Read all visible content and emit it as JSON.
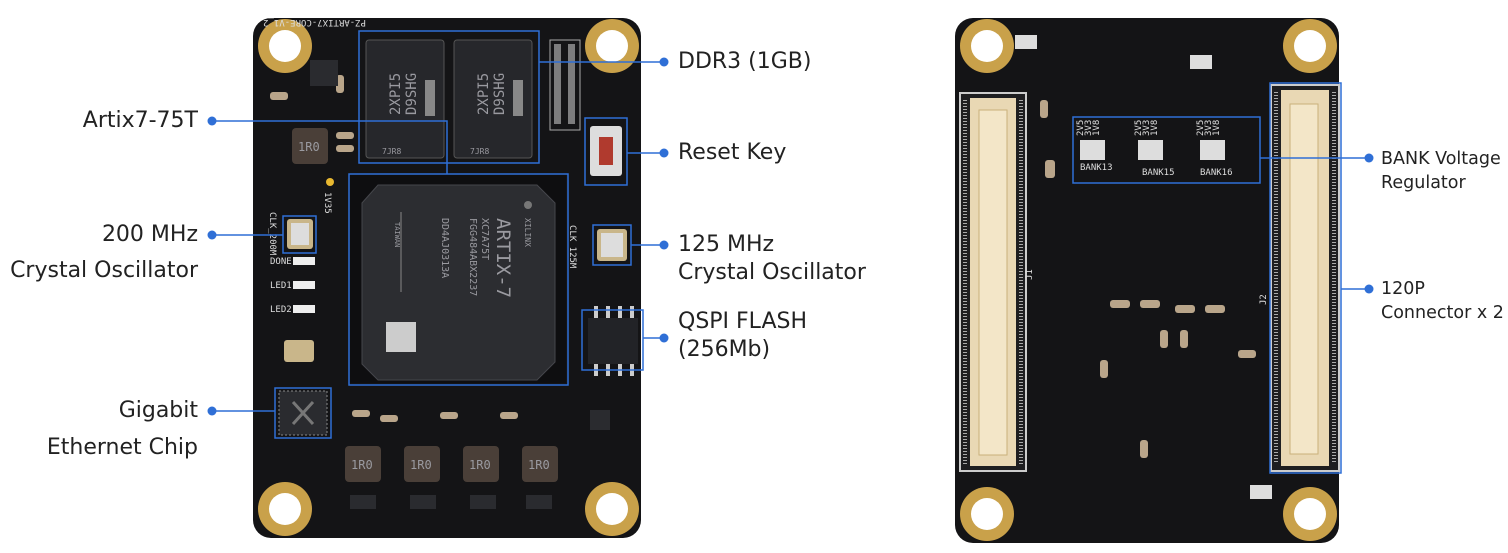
{
  "colors": {
    "accent": "#2f6fd6",
    "board": "#141416",
    "gold": "#c9a14a",
    "connector": "#e9d8b4"
  },
  "labels": {
    "ddr3": "DDR3 (1GB)",
    "reset_key": "Reset Key",
    "osc125_line1": "125 MHz",
    "osc125_line2": "Crystal Oscillator",
    "qspi_line1": "QSPI FLASH",
    "qspi_line2": "(256Mb)",
    "fpga": "Artix7-75T",
    "osc200_line1": "200 MHz",
    "osc200_line2": "Crystal Oscillator",
    "eth_line1": "Gigabit",
    "eth_line2": "Ethernet Chip",
    "bank_line1": "BANK Voltage",
    "bank_line2": "Regulator",
    "conn_line1": "120P",
    "conn_line2": "Connector x 2"
  },
  "silkscreen": {
    "board_name": "PZ-ARTIX7-CORE-V1_2",
    "clk200": "CLK_200M",
    "clk125": "CLK_125M",
    "done": "DONE",
    "led1": "LED1",
    "led2": "LED2",
    "v135": "1V35",
    "inductor": "1R0",
    "ddr_mark1": "2XPI5",
    "ddr_mark2": "D9SHG",
    "ddr_code": "7JR8",
    "fpga_brand": "XILINX",
    "fpga_family": "ARTIX-7",
    "fpga_part": "XC7A75T",
    "fpga_pkg": "FGG484ABX2237",
    "fpga_lot": "DD4AJ0313A",
    "fpga_origin": "TAIWAN",
    "bank13": "BANK13",
    "bank15": "BANK15",
    "bank16": "BANK16",
    "j1": "J1",
    "j2": "J2",
    "v25": "2V5",
    "v33": "3V3",
    "v18": "1V8"
  }
}
